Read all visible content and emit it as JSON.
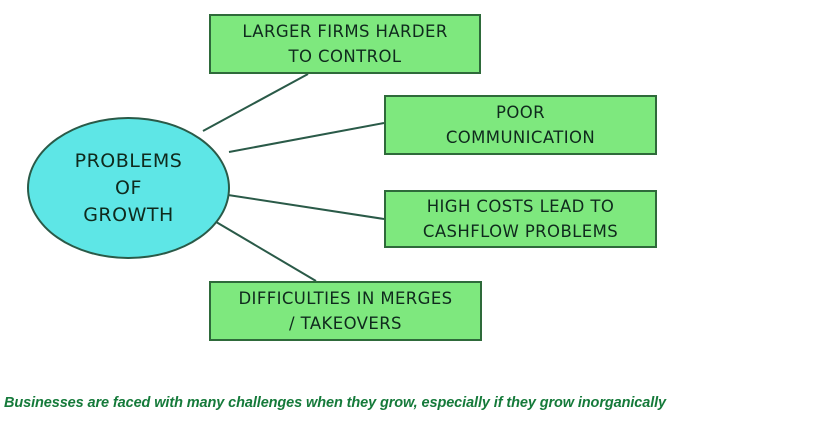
{
  "diagram": {
    "central_node": {
      "lines": [
        "PROBLEMS",
        "OF",
        "GROWTH"
      ]
    },
    "branches": [
      {
        "lines": [
          "LARGER FIRMS HARDER",
          "TO CONTROL"
        ]
      },
      {
        "lines": [
          "POOR",
          "COMMUNICATION"
        ]
      },
      {
        "lines": [
          "HIGH COSTS LEAD TO",
          "CASHFLOW PROBLEMS"
        ]
      },
      {
        "lines": [
          "DIFFICULTIES IN MERGES",
          "/ TAKEOVERS"
        ]
      }
    ],
    "colors": {
      "central_fill": "#5ee6e6",
      "branch_fill": "#7ee87e",
      "connector": "#2a5a48",
      "caption": "#157a3a"
    }
  },
  "caption": "Businesses are faced with many challenges when they grow, especially if they grow inorganically"
}
